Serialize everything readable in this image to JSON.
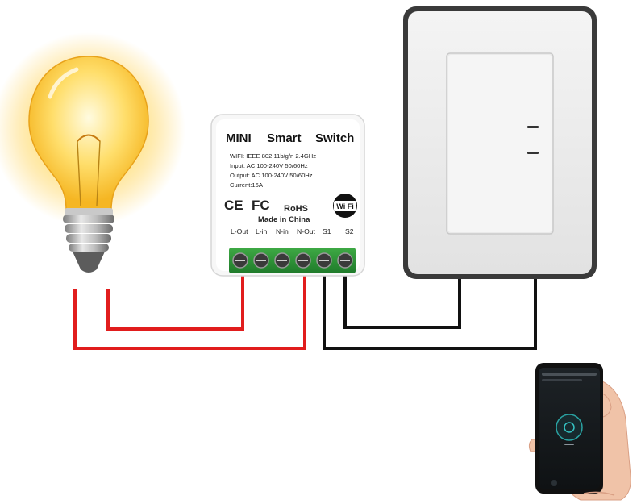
{
  "module": {
    "title_words": [
      "MINI",
      "Smart",
      "Switch"
    ],
    "specs": [
      "WIFI: IEEE 802.11b/g/n 2.4GHz",
      "Input: AC 100-240V 50/60Hz",
      "Output: AC 100-240V 50/60Hz",
      "Current:16A"
    ],
    "ce_mark": "CE",
    "fc_mark": "FC",
    "rohs": "RoHS",
    "wifi_logo": "Wi Fi",
    "made_in": "Made in China",
    "terminals": [
      "L-Out",
      "L-in",
      "N-in",
      "N-Out",
      "S1",
      "S2"
    ]
  },
  "wire_colors": {
    "live": "#e11d1d",
    "neutral_signal": "#111111"
  },
  "icons": [
    "light-bulb-icon",
    "wall-switch-icon",
    "smartphone-icon",
    "hand-icon",
    "wifi-logo-icon"
  ]
}
